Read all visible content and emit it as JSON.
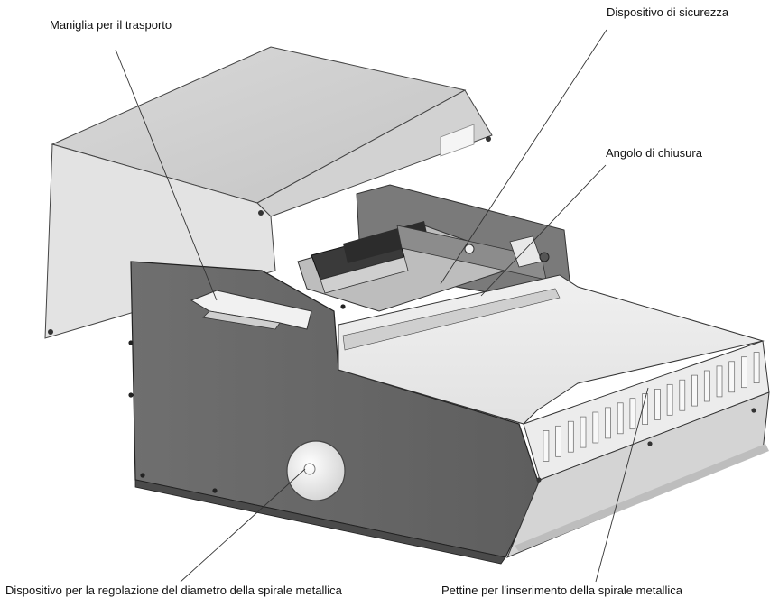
{
  "labels": {
    "handle": "Maniglia per il trasporto",
    "safety_device": "Dispositivo di sicurezza",
    "closing_corner": "Angolo di chiusura",
    "diameter_dial": "Dispositivo per la regolazione del diametro della spirale metallica",
    "insertion_comb": "Pettine per l'inserimento della spirale metallica"
  }
}
